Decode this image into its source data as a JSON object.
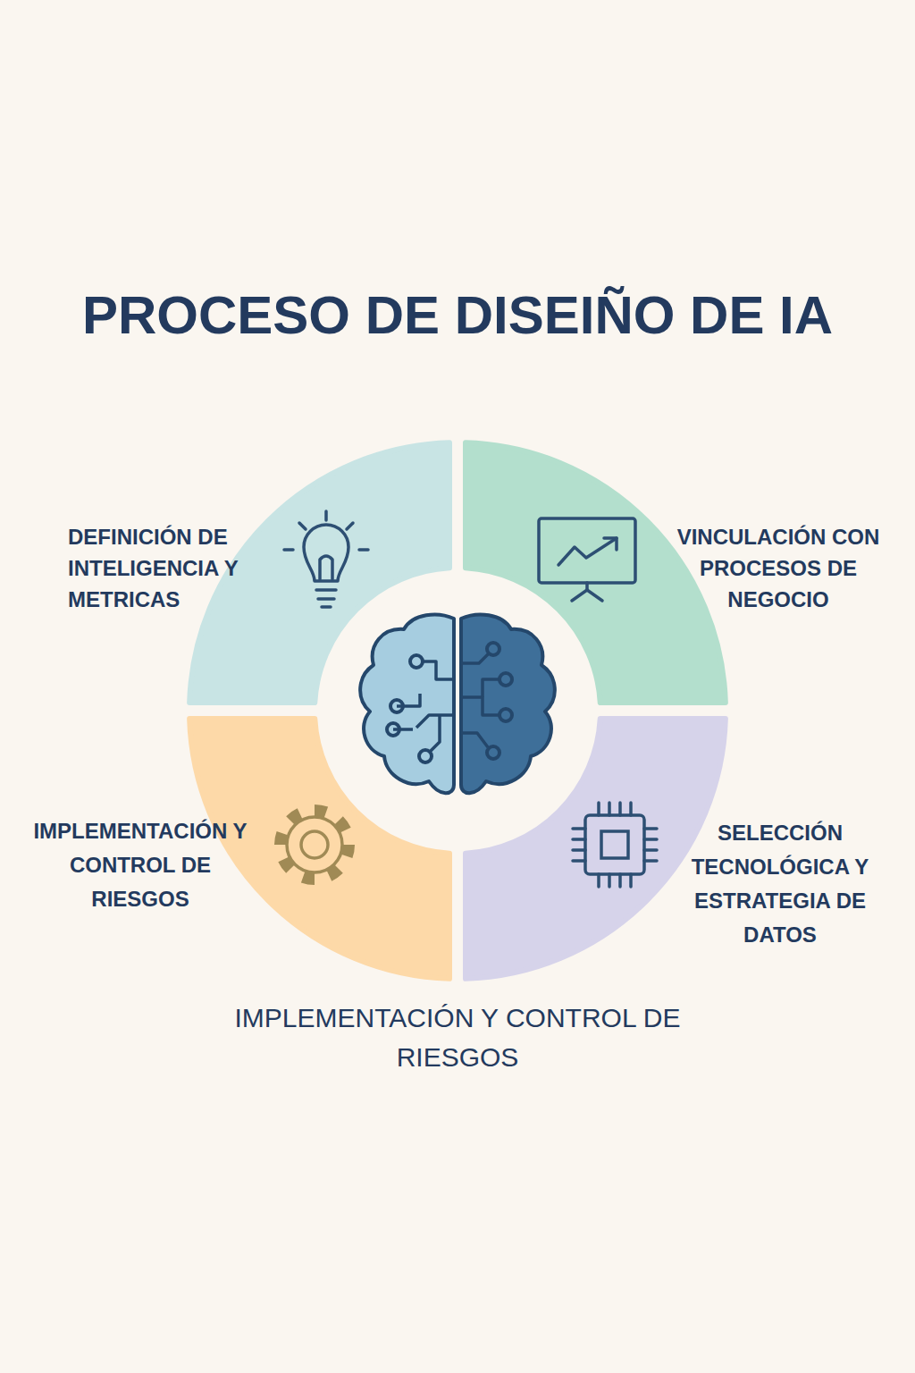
{
  "diagram": {
    "title": "PROCESO DE DISEIÑO DE IA",
    "nodes": [
      {
        "text": [
          "DEFINICIÓN DE INTELIGENCIA Y METRICAS"
        ]
      },
      {
        "text": [
          "VINCULACIÓN CON PROCESOS DE NEGOCIO"
        ]
      },
      {
        "text": [
          "IMPLEMENTACIÓN Y CONTROL DE RIESGOS"
        ]
      },
      {
        "text": [
          "SELECCIÓN TECNOLÓGICA Y ESTRATEGIA DE DATOS"
        ]
      }
    ],
    "labels": [
      "IMPLEMENTACIÓN Y CONTROL DE RIESGOS"
    ]
  }
}
